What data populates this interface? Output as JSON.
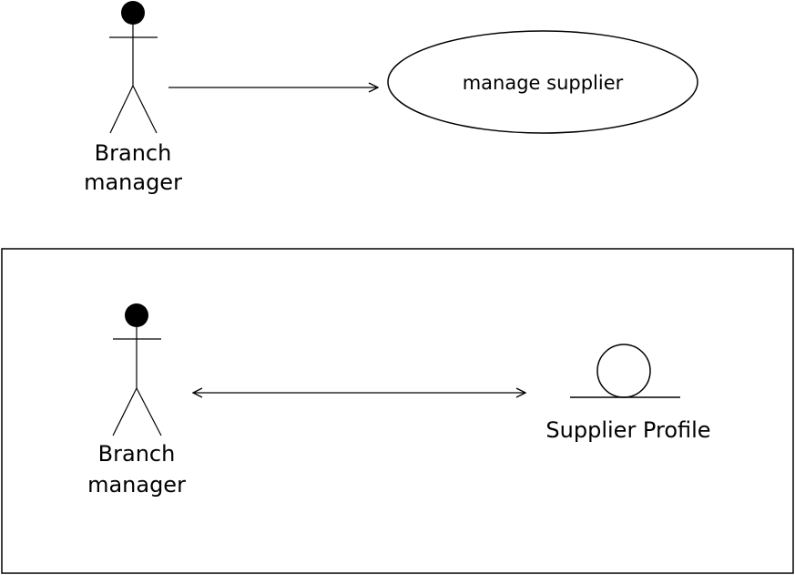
{
  "top": {
    "actor": {
      "label_line1": "Branch",
      "label_line2": "manager"
    },
    "use_case": {
      "label": "manage supplier"
    }
  },
  "bottom": {
    "actor": {
      "label_line1": "Branch",
      "label_line2": "manager"
    },
    "entity": {
      "label": "Supplier Profile"
    }
  }
}
